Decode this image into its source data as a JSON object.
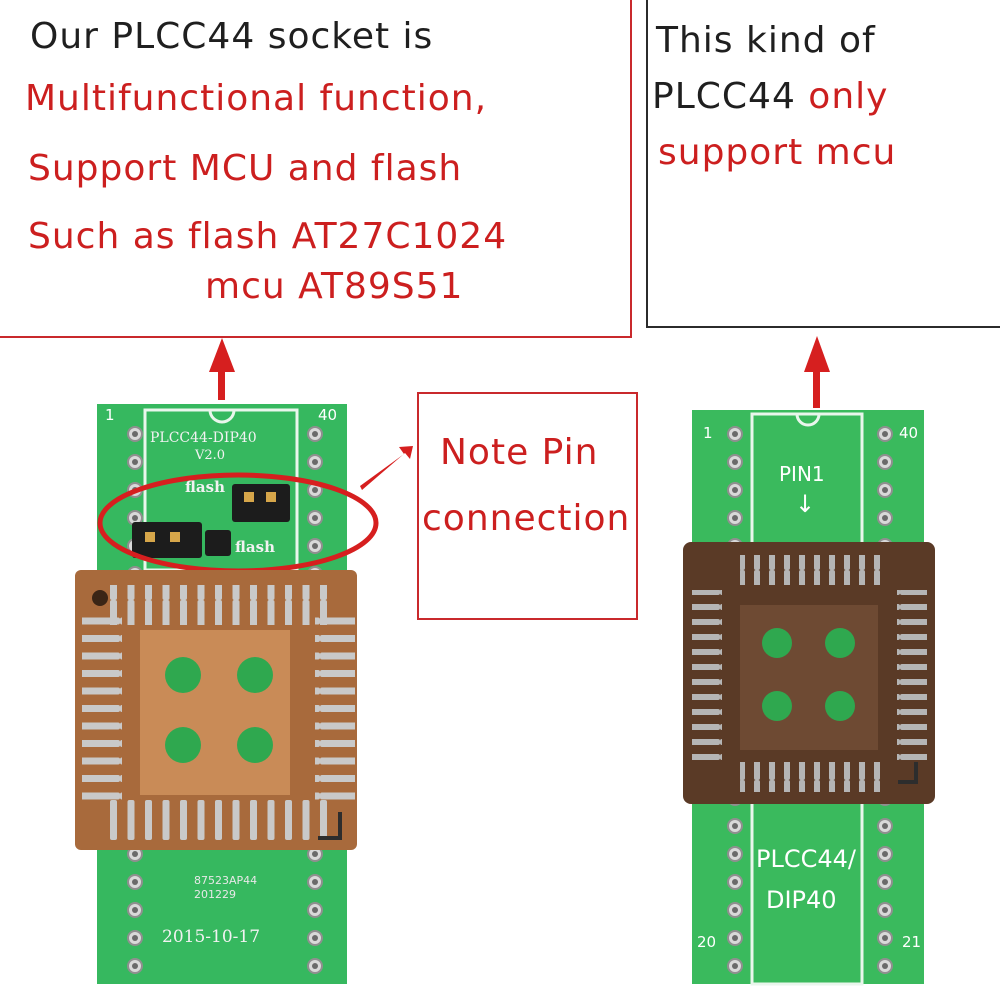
{
  "left_panel": {
    "line1": "Our PLCC44 socket is",
    "line2": "Multifunctional function,",
    "line3": "Support MCU and flash",
    "line4": "Such as flash AT27C1024",
    "line5": "mcu  AT89S51"
  },
  "right_panel": {
    "line1": "This kind of",
    "line2_black": "PLCC44 ",
    "line2_red": "only",
    "line3": "support mcu"
  },
  "note": {
    "line1": "Note Pin",
    "line2": "connection"
  },
  "left_board": {
    "title": "PLCC44-DIP40",
    "version": "V2.0",
    "jumper_top_label": "flash",
    "jumper_bottom_label": "flash",
    "pin_left": "1",
    "pin_right": "40",
    "chip_code": "87523AP44",
    "chip_code2": "201229",
    "date": "2015-10-17"
  },
  "right_board": {
    "pin1_label": "PIN1",
    "arrow": "↓",
    "pin_tl": "1",
    "pin_tr": "40",
    "pin_bl": "20",
    "pin_br": "21",
    "name1": "PLCC44/",
    "name2": "DIP40"
  },
  "colors": {
    "red": "#cc1f1f",
    "pcb_green": "#2fb85a",
    "socket_brown_left": "#a86a3c",
    "socket_brown_right": "#5a3a26"
  }
}
